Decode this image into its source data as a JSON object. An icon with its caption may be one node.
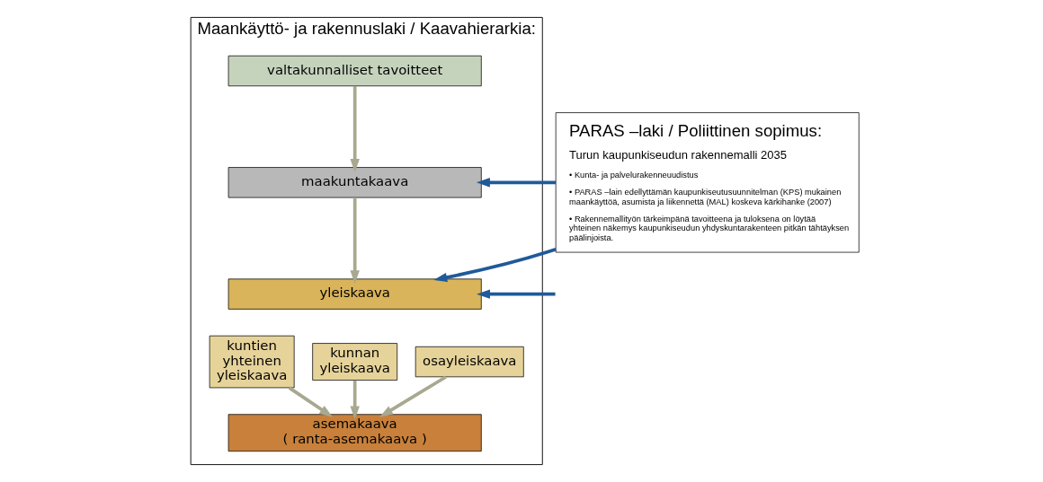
{
  "diagram": {
    "nodes": [
      {
        "text": [
          "Maankäyttö- ja rakennuslaki / Kaavahierarkia:"
        ]
      },
      {
        "text": [
          "valtakunnalliset tavoitteet"
        ],
        "in": 0
      },
      {
        "text": [
          "maakuntakaava"
        ],
        "in": 0
      },
      {
        "text": [
          "yleiskaava"
        ],
        "in": 0
      },
      {
        "text": [
          "kuntien yhteinen yleiskaava"
        ],
        "in": 0
      },
      {
        "text": [
          "kunnan yleiskaava"
        ],
        "in": 0
      },
      {
        "text": [
          "osayleiskaava"
        ],
        "in": 0
      },
      {
        "text": [
          "asemakaava",
          "( ranta-asemakaava )"
        ],
        "in": 0
      },
      {
        "text": [
          "PARAS –laki / Poliittinen sopimus:",
          "Turun kaupunkiseudun rakennemalli 2035",
          "• Kunta- ja palvelurakenneuudistus",
          "• PARAS –lain edellyttämän kaupunkiseutusuunnitelman (KPS) mukainen maankäyttöä, asumista ja liikennettä (MAL) koskeva kärkihanke (2007)",
          "• Rakennemallityön tärkeimpänä tavoitteena ja tuloksena on löytää yhteinen näkemys kaupunkiseudun yhdyskuntarakenteen pitkän tähtäyksen päälinjoista."
        ]
      }
    ],
    "edges": [
      {
        "from": 1,
        "to": 2,
        "arrow": "to"
      },
      {
        "from": 2,
        "to": 3,
        "arrow": "to"
      },
      {
        "from": 4,
        "to": 7,
        "arrow": "to"
      },
      {
        "from": 5,
        "to": 7,
        "arrow": "to"
      },
      {
        "from": 6,
        "to": 7,
        "arrow": "to"
      },
      {
        "from": null,
        "to": 3,
        "arrow": "to",
        "color": "#1f5a9a"
      },
      {
        "from": 8,
        "to": 2,
        "arrow": "to",
        "color": "#1f5a9a"
      },
      {
        "from": 8,
        "to": 3,
        "arrow": "to",
        "color": "#1f5a9a"
      }
    ]
  }
}
